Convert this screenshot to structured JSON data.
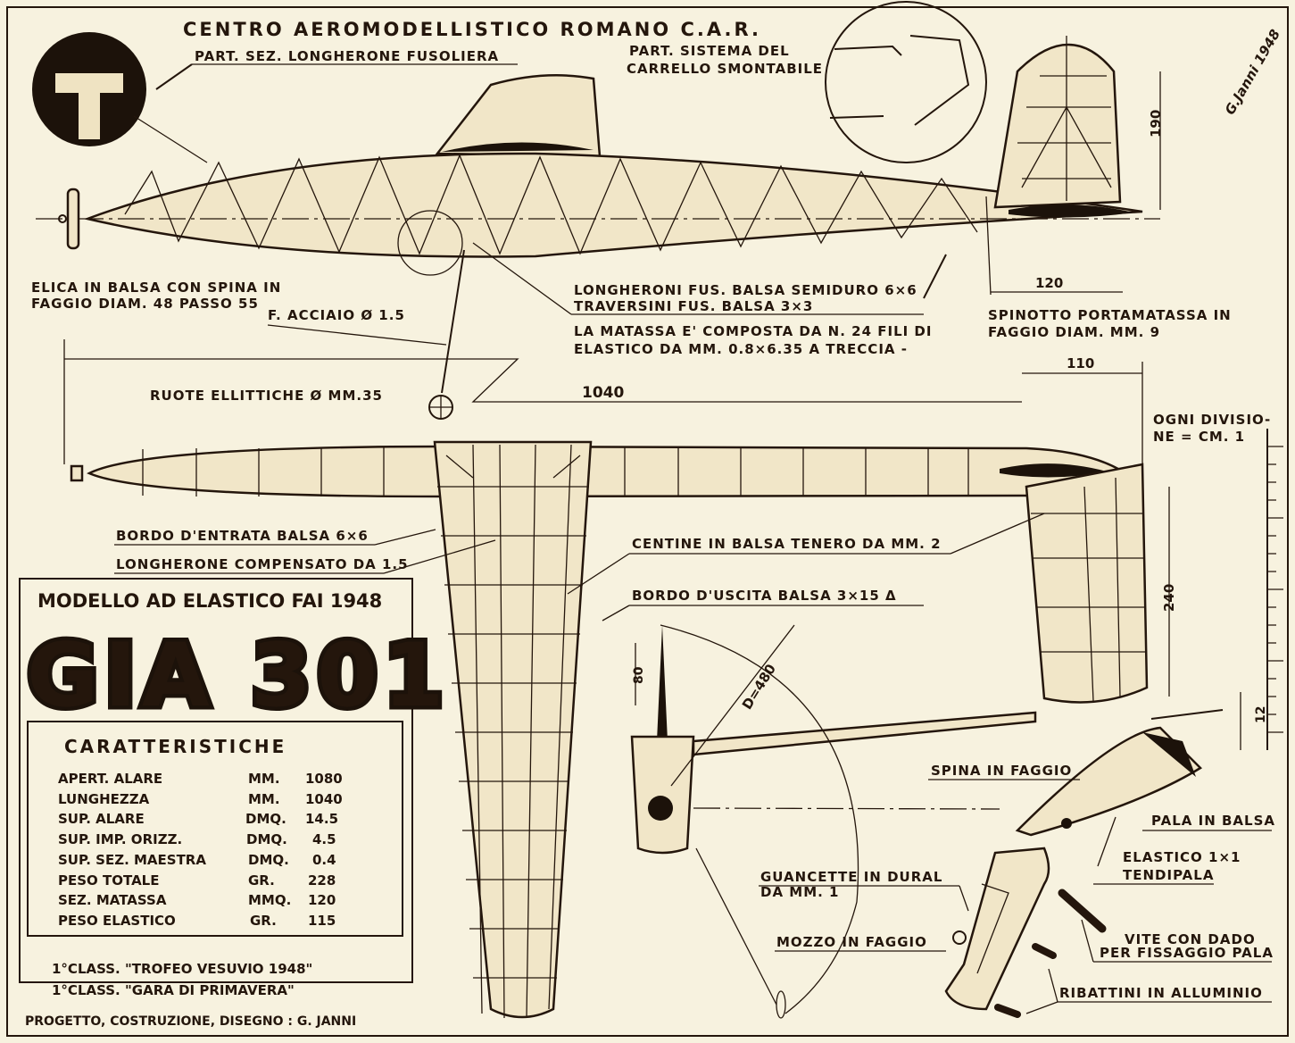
{
  "title": "CENTRO AEROMODELLISTICO ROMANO C.A.R.",
  "signature": "G.Janni 1948",
  "labels": {
    "spar_section": "PART. SEZ. LONGHERONE FUSOLIERA",
    "gear_system_1": "PART. SISTEMA DEL",
    "gear_system_2": "CARRELLO SMONTABILE",
    "prop_1": "ELICA IN BALSA CON SPINA IN",
    "prop_2": "FAGGIO DIAM. 48 PASSO 55",
    "steel_wire": "F. ACCIAIO Ø 1.5",
    "longerons": "LONGHERONI FUS. BALSA SEMIDURO 6×6",
    "crosspieces": "TRAVERSINI FUS. BALSA 3×3",
    "rubber_1": "LA MATASSA E' COMPOSTA DA N. 24 FILI DI",
    "rubber_2": "ELASTICO DA MM. 0.8×6.35 A TRECCIA -",
    "pin_1": "SPINOTTO PORTAMATASSA IN",
    "pin_2": "FAGGIO DIAM. MM. 9",
    "wheels": "RUOTE ELLITTICHE Ø MM.35",
    "division_1": "OGNI DIVISIO-",
    "division_2": "NE = CM. 1",
    "leading_edge": "BORDO D'ENTRATA BALSA 6×6",
    "spar": "LONGHERONE COMPENSATO DA 1.5",
    "ribs": "CENTINE IN BALSA TENERO DA MM. 2",
    "trailing_edge": "BORDO D'USCITA BALSA 3×15 Δ",
    "beech_pin": "SPINA IN FAGGIO",
    "balsa_blade": "PALA IN BALSA",
    "elastic_1": "ELASTICO 1×1",
    "elastic_2": "TENDIPALA",
    "dural_1": "GUANCETTE IN DURAL",
    "dural_2": "DA MM. 1",
    "hub": "MOZZO IN FAGGIO",
    "screw_1": "VITE CON DADO",
    "screw_2": "PER FISSAGGIO PALA",
    "rivets": "RIBATTINI IN ALLUMINIO"
  },
  "dimensions": {
    "fin_height": "190",
    "fin_base": "120",
    "length": "1040",
    "stab_chord": "110",
    "stab_span": "240",
    "wing_chord": "80",
    "prop_diameter": "D=480",
    "dihedral": "12"
  },
  "titlebox": {
    "subtitle": "MODELLO AD ELASTICO FAI 1948",
    "name": "GIA 301",
    "specs_heading": "CARATTERISTICHE",
    "specs": [
      {
        "label": "APERT. ALARE",
        "unit": "MM.",
        "value": "1080"
      },
      {
        "label": "LUNGHEZZA",
        "unit": "MM.",
        "value": "1040"
      },
      {
        "label": "SUP. ALARE",
        "unit": "DMQ.",
        "value": "14.5"
      },
      {
        "label": "SUP. IMP. ORIZZ.",
        "unit": "DMQ.",
        "value": "4.5"
      },
      {
        "label": "SUP. SEZ. MAESTRA",
        "unit": "DMQ.",
        "value": "0.4"
      },
      {
        "label": "PESO TOTALE",
        "unit": "GR.",
        "value": "228"
      },
      {
        "label": "SEZ. MATASSA",
        "unit": "MMQ.",
        "value": "120"
      },
      {
        "label": "PESO ELASTICO",
        "unit": "GR.",
        "value": "115"
      }
    ],
    "award_1": "1°CLASS. \"TROFEO VESUVIO 1948\"",
    "award_2": "1°CLASS. \"GARA DI PRIMAVERA\"",
    "credits": "PROGETTO, COSTRUZIONE, DISEGNO : G. JANNI"
  }
}
